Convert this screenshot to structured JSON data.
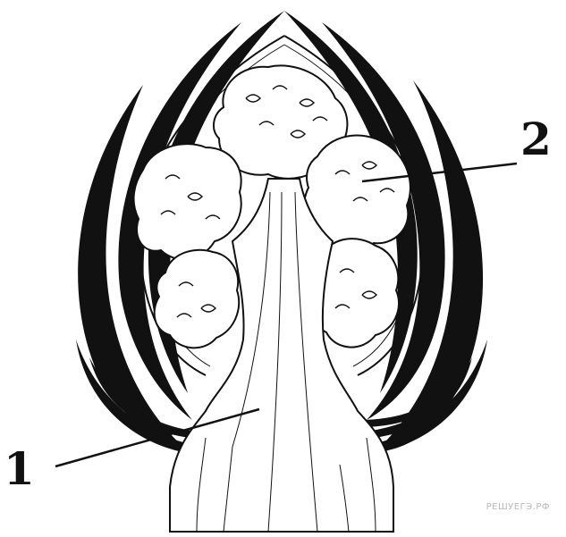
{
  "figure": {
    "labels": {
      "callout_1": "1",
      "callout_2": "2"
    },
    "watermark": "РЕШУЕГЭ.РФ",
    "colors": {
      "ink": "#111111",
      "paper": "#ffffff",
      "watermark": "#b9b9b9"
    }
  }
}
